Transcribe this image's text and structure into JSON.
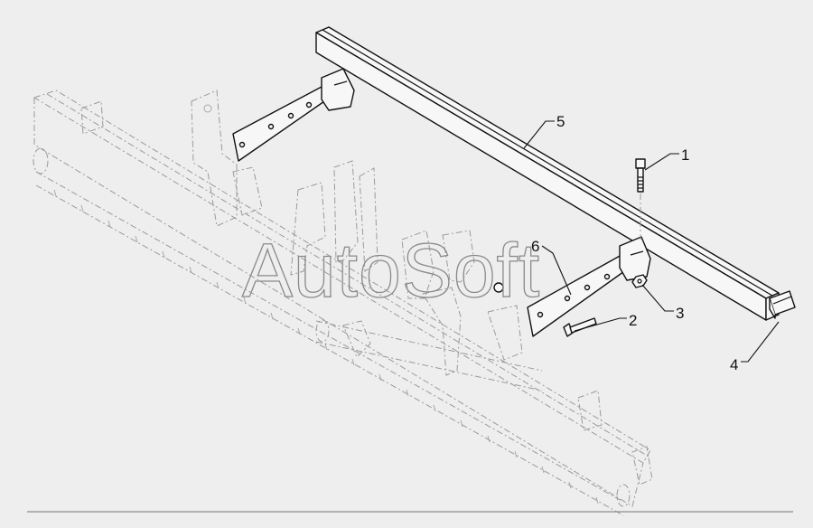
{
  "watermark": "AutoSoft",
  "callouts": [
    {
      "id": "1",
      "label": "1"
    },
    {
      "id": "2",
      "label": "2"
    },
    {
      "id": "3",
      "label": "3"
    },
    {
      "id": "4",
      "label": "4"
    },
    {
      "id": "5",
      "label": "5"
    },
    {
      "id": "6",
      "label": "6"
    }
  ],
  "colors": {
    "background": "#eeeeee",
    "line": "#111111",
    "ghost": "#9a9a9a"
  }
}
